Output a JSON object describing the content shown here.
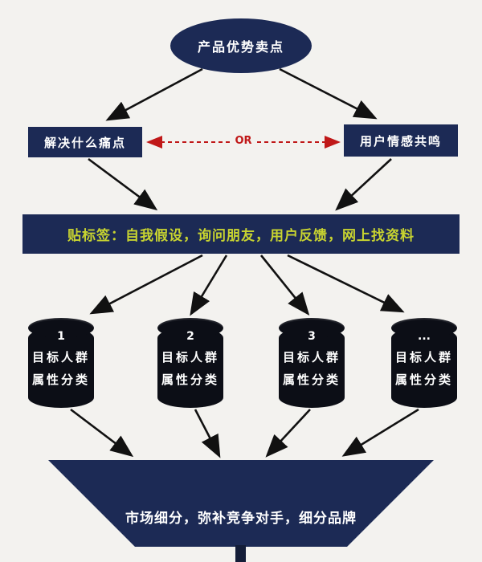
{
  "diagram": {
    "title": "产品优势卖点",
    "left_box": "解决什么痛点",
    "right_box": "用户情感共鸣",
    "or_label": "OR",
    "tag_bar": "贴标签：自我假设，询问朋友，用户反馈，网上找资料",
    "cylinders": [
      {
        "number": "1",
        "line1": "目标人群",
        "line2": "属性分类"
      },
      {
        "number": "2",
        "line1": "目标人群",
        "line2": "属性分类"
      },
      {
        "number": "3",
        "line1": "目标人群",
        "line2": "属性分类"
      },
      {
        "number": "...",
        "line1": "目标人群",
        "line2": "属性分类"
      }
    ],
    "funnel": "市场细分，弥补竞争对手，细分品牌",
    "colors": {
      "navy": "#1c2a55",
      "cylinder_black": "#0c0e16",
      "arrow_black": "#111111",
      "or_red": "#c01818",
      "tag_text_yellow": "#c8d430",
      "background": "#f3f2ef"
    }
  }
}
